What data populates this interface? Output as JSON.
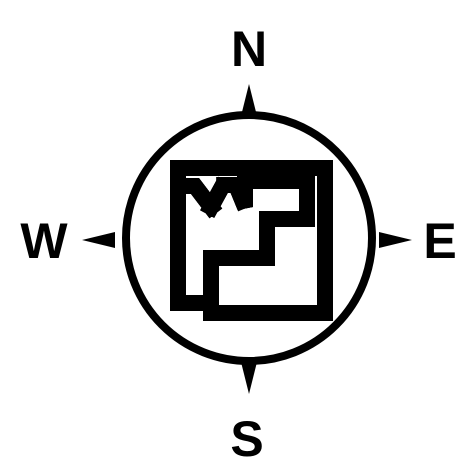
{
  "compass": {
    "north": "N",
    "east": "E",
    "south": "S",
    "west": "W"
  },
  "colors": {
    "ink": "#000000",
    "paper": "#ffffff"
  },
  "icons": {
    "rose": "compass-rose-icon",
    "track": "maze-track-icon"
  }
}
